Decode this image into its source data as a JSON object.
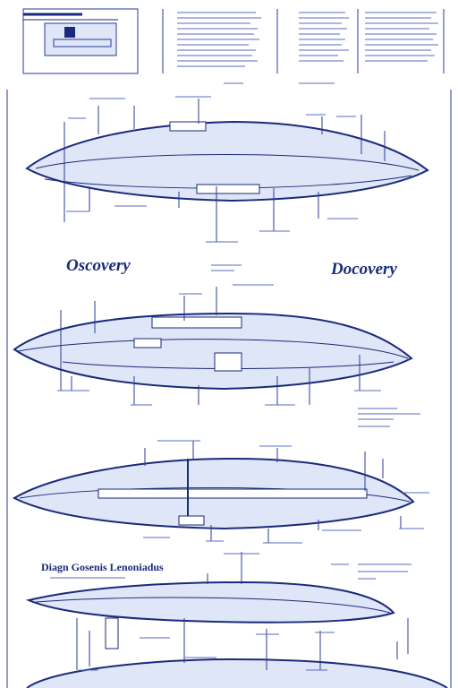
{
  "logos": {
    "left": "Oscovery",
    "right": "Docovery"
  },
  "title_block": {
    "text": "Diagn Gosenis Lenoniadus"
  },
  "colors": {
    "ink": "#1a2a7a",
    "line": "#2a3a9a",
    "fill": "#dfe6f7",
    "paper": "#ffffff"
  },
  "views": [
    {
      "name": "top-elevation-view"
    },
    {
      "name": "side-elevation-view"
    },
    {
      "name": "lower-elevation-view"
    },
    {
      "name": "base-elevation-view"
    }
  ]
}
